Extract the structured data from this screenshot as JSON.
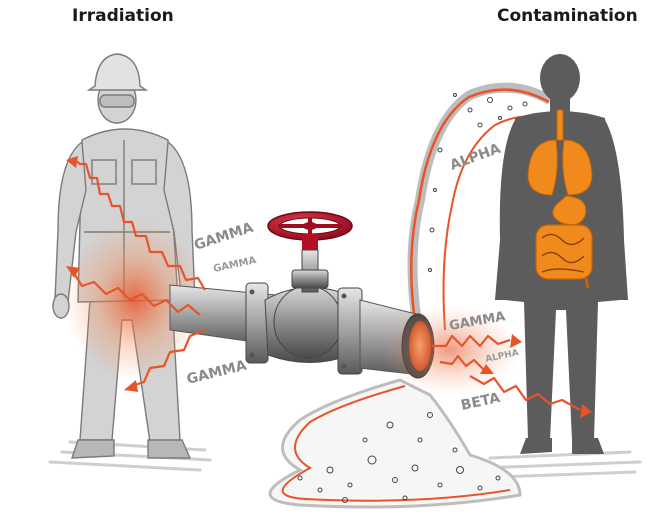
{
  "headings": {
    "left": "Irradiation",
    "right": "Contamination"
  },
  "radiation_labels": {
    "gamma_upper": "GAMMA",
    "gamma_small": "GAMMA",
    "gamma_lower": "GAMMA",
    "alpha_top": "ALPHA",
    "gamma_right": "GAMMA",
    "alpha_small": "ALPHA",
    "beta": "BETA"
  },
  "colors": {
    "radiation": "#e8542a",
    "glow": "#f28a55",
    "worker_suit": "#cfcfcf",
    "silhouette": "#5c5c5c",
    "organs": "#f08a1c",
    "valve_wheel": "#c8102e",
    "pipe": "#9a9a9a",
    "label_gray": "#8a8a8a"
  },
  "icons": [
    "worker-icon",
    "silhouette-icon",
    "lungs-icon",
    "stomach-icon",
    "intestines-icon",
    "valve-icon",
    "pipe-icon"
  ]
}
